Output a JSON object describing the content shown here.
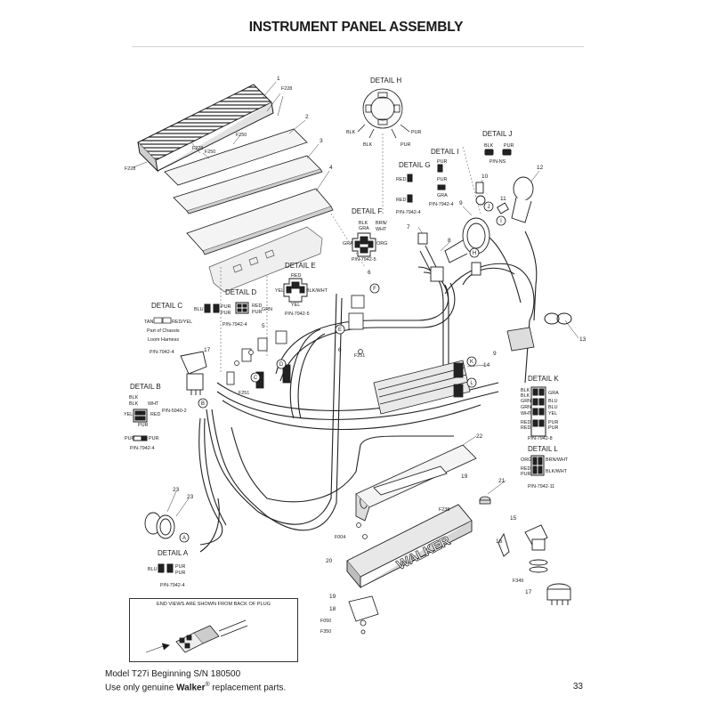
{
  "page": {
    "title": "INSTRUMENT PANEL ASSEMBLY",
    "footer_line1": "Model T27i Beginning S/N 180500",
    "footer_line2_pre": "Use only genuine ",
    "footer_brand": "Walker",
    "footer_reg": "®",
    "footer_line2_post": " replacement parts.",
    "page_number": "33"
  },
  "details": {
    "H": {
      "title": "DETAIL H",
      "wires": [
        "BLK",
        "BLK",
        "PUR",
        "PUR"
      ]
    },
    "J": {
      "title": "DETAIL J",
      "wires": [
        "BLK",
        "PUR"
      ],
      "pn": "P/N-NS"
    },
    "I": {
      "title": "DETAIL I",
      "wires": [
        "PUR",
        "PUR",
        "GRA"
      ],
      "pn": "P/N-7942-4"
    },
    "G": {
      "title": "DETAIL G",
      "wires": [
        "RED",
        "RED"
      ],
      "pn": "P/N-7942-4"
    },
    "F": {
      "title": "DETAIL F",
      "wires": [
        "BLK",
        "GRA",
        "BRN/",
        "WHT",
        "GRA",
        "ORG"
      ],
      "pn": "P/N-7942-5"
    },
    "E": {
      "title": "DETAIL E",
      "wires": [
        "RED",
        "YEL",
        "BLK/WHT",
        "YEL"
      ],
      "pn": "P/N-7942-5"
    },
    "D": {
      "title": "DETAIL D",
      "wires": [
        "BLU",
        "PUR",
        "PUR",
        "RED",
        "PUR",
        "GRN"
      ],
      "pn": "P/N-7942-4"
    },
    "C": {
      "title": "DETAIL C",
      "wires": [
        "TAN",
        "RED/YEL"
      ],
      "note": [
        "Part of Chassis",
        "Loom Harness"
      ],
      "pn": "P/N-7942-4"
    },
    "B": {
      "title": "DETAIL B",
      "wires": [
        "BLK",
        "BLK",
        "WHT",
        "YEL",
        "RED",
        "PUR",
        "PUR",
        "PUR"
      ],
      "pn1": "P/N-5940-2",
      "pn2": "P/N-7942-4"
    },
    "A": {
      "title": "DETAIL A",
      "wires": [
        "BLU",
        "PUR",
        "PUR"
      ],
      "pn": "P/N-7942-4"
    },
    "K": {
      "title": "DETAIL K",
      "wires": [
        "BLK",
        "BLK",
        "GRA",
        "GRN",
        "BLU",
        "GRN",
        "BLU",
        "WHT",
        "YEL",
        "RED",
        "PUR",
        "RED",
        "PUR"
      ],
      "pn": "P/N-7942-8"
    },
    "L": {
      "title": "DETAIL L",
      "wires": [
        "ORG",
        "BRN/WHT",
        "RED",
        "PUR",
        "BLK/WHT"
      ],
      "pn": "P/N-7942-11"
    }
  },
  "callouts": {
    "part_numbers": [
      "1",
      "2",
      "3",
      "4",
      "5",
      "6",
      "6",
      "7",
      "8",
      "9",
      "9",
      "10",
      "11",
      "12",
      "13",
      "14",
      "15",
      "16",
      "17",
      "17",
      "18",
      "19",
      "19",
      "20",
      "21",
      "22",
      "23",
      "23"
    ],
    "fasteners": [
      "F228",
      "F228",
      "F228",
      "F250",
      "F250",
      "F251",
      "F251",
      "F238",
      "F004",
      "F349",
      "F050",
      "F350"
    ],
    "circle_letters": [
      "A",
      "B",
      "C",
      "D",
      "E",
      "F",
      "H",
      "I",
      "J",
      "K",
      "L"
    ]
  },
  "brand_decal": "WALKER",
  "end_view_box": {
    "label": "END VIEWS ARE SHOWN FROM BACK OF PLUG"
  }
}
